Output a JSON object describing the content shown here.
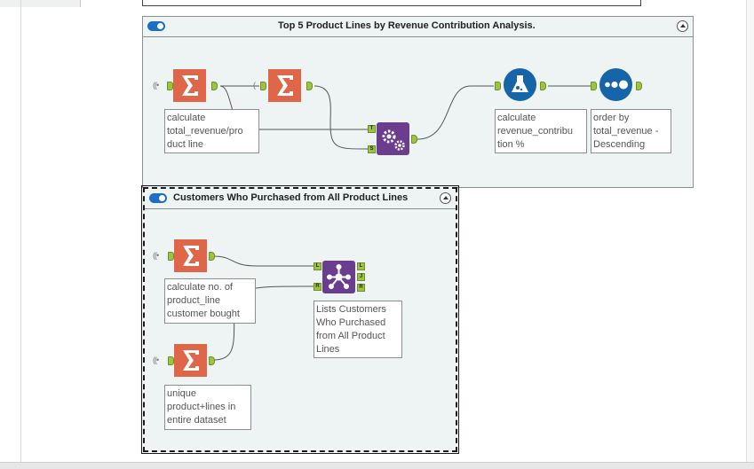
{
  "containers": [
    {
      "title": "Top 5 Product Lines by Revenue Contribution Analysis.",
      "tools": [
        {
          "icon": "summarize-icon",
          "note": "calculate\ntotal_revenue/pro\nduct line"
        },
        {
          "icon": "summarize-icon",
          "note": ""
        },
        {
          "icon": "join-multiple-icon",
          "note": "",
          "ports": [
            "T",
            "S"
          ]
        },
        {
          "icon": "formula-icon",
          "note": "calculate\nrevenue_contribu\ntion %"
        },
        {
          "icon": "sort-icon",
          "note": "order  by\ntotal_revenue -\nDescending"
        }
      ]
    },
    {
      "title": "Customers Who Purchased from All Product Lines",
      "tools": [
        {
          "icon": "summarize-icon",
          "note": "calculate no. of\nproduct_line\ncustomer bought"
        },
        {
          "icon": "summarize-icon",
          "note": "unique\nproduct+lines in\nentire dataset"
        },
        {
          "icon": "join-icon",
          "note": "Lists Customers\nWho Purchased\nfrom All Product\nLines",
          "in_ports": [
            "L",
            "R"
          ],
          "out_ports": [
            "L",
            "J",
            "R"
          ]
        }
      ]
    }
  ],
  "colors": {
    "summarize": "#e0664a",
    "join": "#6b3d8f",
    "formula": "#1565a8",
    "sort": "#1565a8",
    "anchor": "#9bc53d",
    "toggle": "#1d6fc4"
  }
}
